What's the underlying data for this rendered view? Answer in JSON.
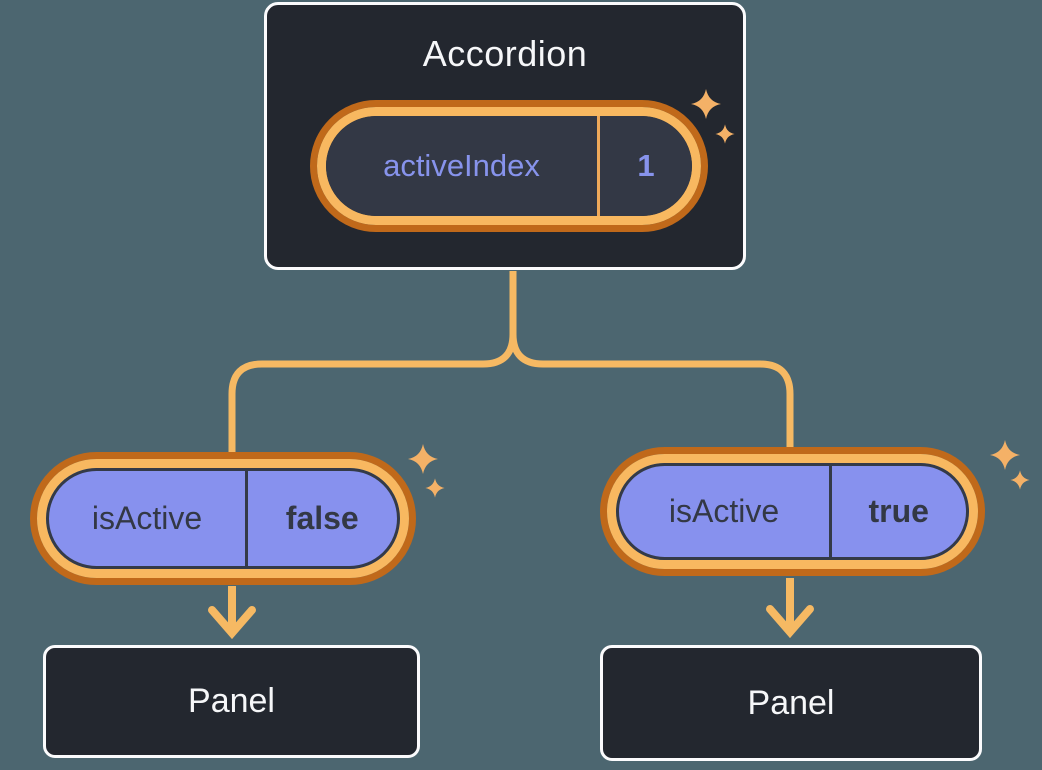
{
  "diagram": {
    "background": "#4C6670",
    "accordion": {
      "title": "Accordion",
      "state": {
        "name": "activeIndex",
        "value": "1"
      }
    },
    "children": [
      {
        "prop_name": "isActive",
        "prop_value": "false",
        "panel_label": "Panel"
      },
      {
        "prop_name": "isActive",
        "prop_value": "true",
        "panel_label": "Panel"
      }
    ],
    "colors": {
      "node_bg": "#23272F",
      "node_border": "#FBFBFD",
      "node_text": "#F6F7F9",
      "ring_outer": "#C0691A",
      "ring_inner": "#F8B860",
      "connector": "#F6B963",
      "sparkle": "#F4B167",
      "state_pill_bg": "#333845",
      "state_divider": "#EFA95A",
      "state_text": "#8793EC",
      "prop_pill_bg": "#8791EE",
      "prop_pill_border": "#343A48",
      "prop_text": "#333845"
    }
  }
}
